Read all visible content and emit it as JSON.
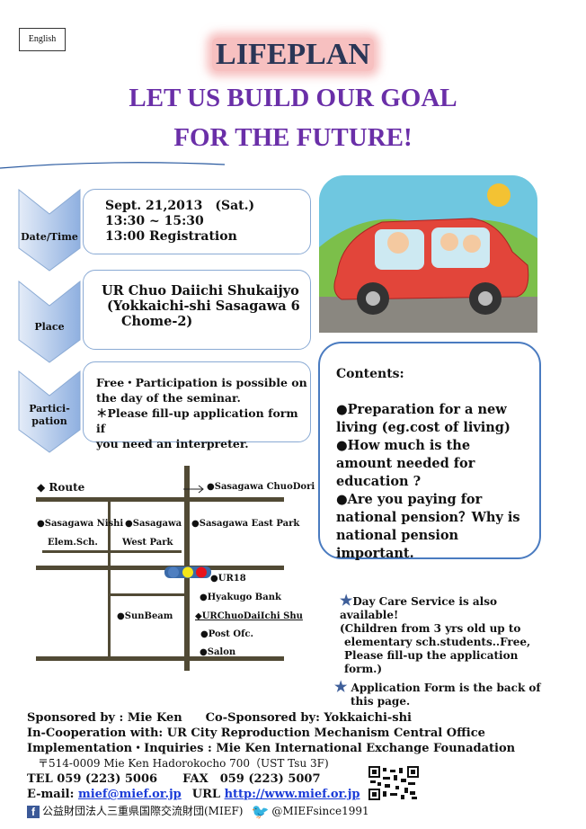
{
  "language_button": "English",
  "title": "LIFEPLAN",
  "subtitle_line1": "LET US BUILD OUR GOAL",
  "subtitle_line2": "FOR THE FUTURE!",
  "details": [
    {
      "label": "Date/Time",
      "lines": [
        "Sept. 21,2013　(Sat.)",
        "13:30 ~ 15:30",
        "13:00 Registration"
      ]
    },
    {
      "label": "Place",
      "lines": [
        "UR Chuo Daiichi Shukaijyo",
        "(Yokkaichi-shi Sasagawa 6",
        "Chome-2)"
      ]
    },
    {
      "label_line1": "Partici-",
      "label_line2": "pation",
      "lines": [
        "Free・Participation is possible on",
        "the day of the seminar.",
        "＊Please fill-up application form if",
        "you need an interpreter."
      ]
    }
  ],
  "contents": {
    "heading": "Contents:",
    "items": [
      "●Preparation for a new living (eg.cost of living)",
      "●How much is the amount needed for education ?",
      "●Are you paying for national pension？Why is national pension important."
    ]
  },
  "map": {
    "route": "◆  Route",
    "labels": [
      "●Sasagawa ChuoDori",
      "●Sasagawa Nishi",
      "Elem.Sch.",
      "●Sasagawa",
      "West Park",
      "●Sasagawa East Park",
      "●UR18",
      "●Hyakugo Bank",
      "●SunBeam",
      "◆URChuoDaiIchi Shu",
      "●Post Ofc.",
      "●Salon"
    ]
  },
  "notes": {
    "daycare": "Day Care Service is also available!",
    "daycare_detail": [
      "(Children from 3 yrs old up to",
      "elementary sch.students..Free,",
      "Please fill-up the application form.)"
    ],
    "application": "Application Form is the back of",
    "application2": "this page."
  },
  "footer": {
    "sponsor": "Sponsored by : Mie Ken　　Co-Sponsored by: Yokkaichi-shi",
    "cooperation": "In-Cooperation with: UR City Reproduction Mechanism Central Office",
    "implementation": "Implementation・Inquiries : Mie Ken International Exchange Founadation",
    "address": "〒514-0009 Mie Ken Hadorokocho 700（UST Tsu 3F)",
    "tel": "TEL 059 (223) 5006",
    "fax": "FAX　059 (223) 5007",
    "email_label": "E-mail:",
    "email": "mief@mief.or.jp",
    "url_label": "URL",
    "url": "http://www.mief.or.jp",
    "facebook": "公益財団法人三重県国際交流財団(MIEF)",
    "twitter": "@MIEFsince1991"
  },
  "colors": {
    "title": "#2a3656",
    "subtitle": "#6a2fa8",
    "accent": "#4a7bc0"
  }
}
